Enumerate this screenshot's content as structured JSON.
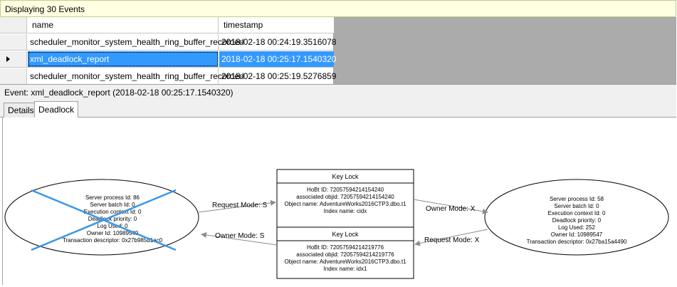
{
  "status": {
    "text": "Displaying 30 Events"
  },
  "grid": {
    "columns": [
      "name",
      "timestamp"
    ],
    "rows": [
      {
        "name": "scheduler_monitor_system_health_ring_buffer_recorded",
        "timestamp": "2018-02-18 00:24:19.3516078",
        "selected": false
      },
      {
        "name": "xml_deadlock_report",
        "timestamp": "2018-02-18 00:25:17.1540320",
        "selected": true
      },
      {
        "name": "scheduler_monitor_system_health_ring_buffer_recorded",
        "timestamp": "2018-02-18 00:25:19.5276859",
        "selected": false
      }
    ]
  },
  "event": {
    "label": "Event: xml_deadlock_report (2018-02-18 00:25:17.1540320)"
  },
  "tabs": [
    {
      "label": "Details",
      "active": false
    },
    {
      "label": "Deadlock",
      "active": true
    }
  ],
  "graph": {
    "process_left": {
      "lines": [
        "Server process Id: 86",
        "Server batch Id: 0",
        "Execution context Id: 0",
        "Deadlock priority: 0",
        "Log Used: 0",
        "Owner Id: 10989549",
        "Transaction descriptor: 0x27b985d1ac0"
      ],
      "victim_cross_color": "#3c96e6"
    },
    "process_right": {
      "lines": [
        "Server process Id: 58",
        "Server batch Id: 0",
        "Execution context Id: 0",
        "Deadlock priority: 0",
        "Log Used: 252",
        "Owner Id: 10989547",
        "Transaction descriptor: 0x27ba15a4490"
      ]
    },
    "lock_top": {
      "title": "Key Lock",
      "lines": [
        "HoBt ID: 72057594214154240",
        "associated objid: 72057594214154240",
        "Object name: AdventureWorks2016CTP3.dbo.t1",
        "Index name: cidx"
      ]
    },
    "lock_bottom": {
      "title": "Key Lock",
      "lines": [
        "HoBt ID: 72057594214219776",
        "associated objid: 72057594214219776",
        "Object name: AdventureWorks2016CTP3.dbo.t1",
        "Index name: idx1"
      ]
    },
    "edges": {
      "left_request": "Request Mode: S",
      "left_owner": "Owner Mode: S",
      "right_owner": "Owner Mode: X",
      "right_request": "Request Mode: X"
    }
  }
}
